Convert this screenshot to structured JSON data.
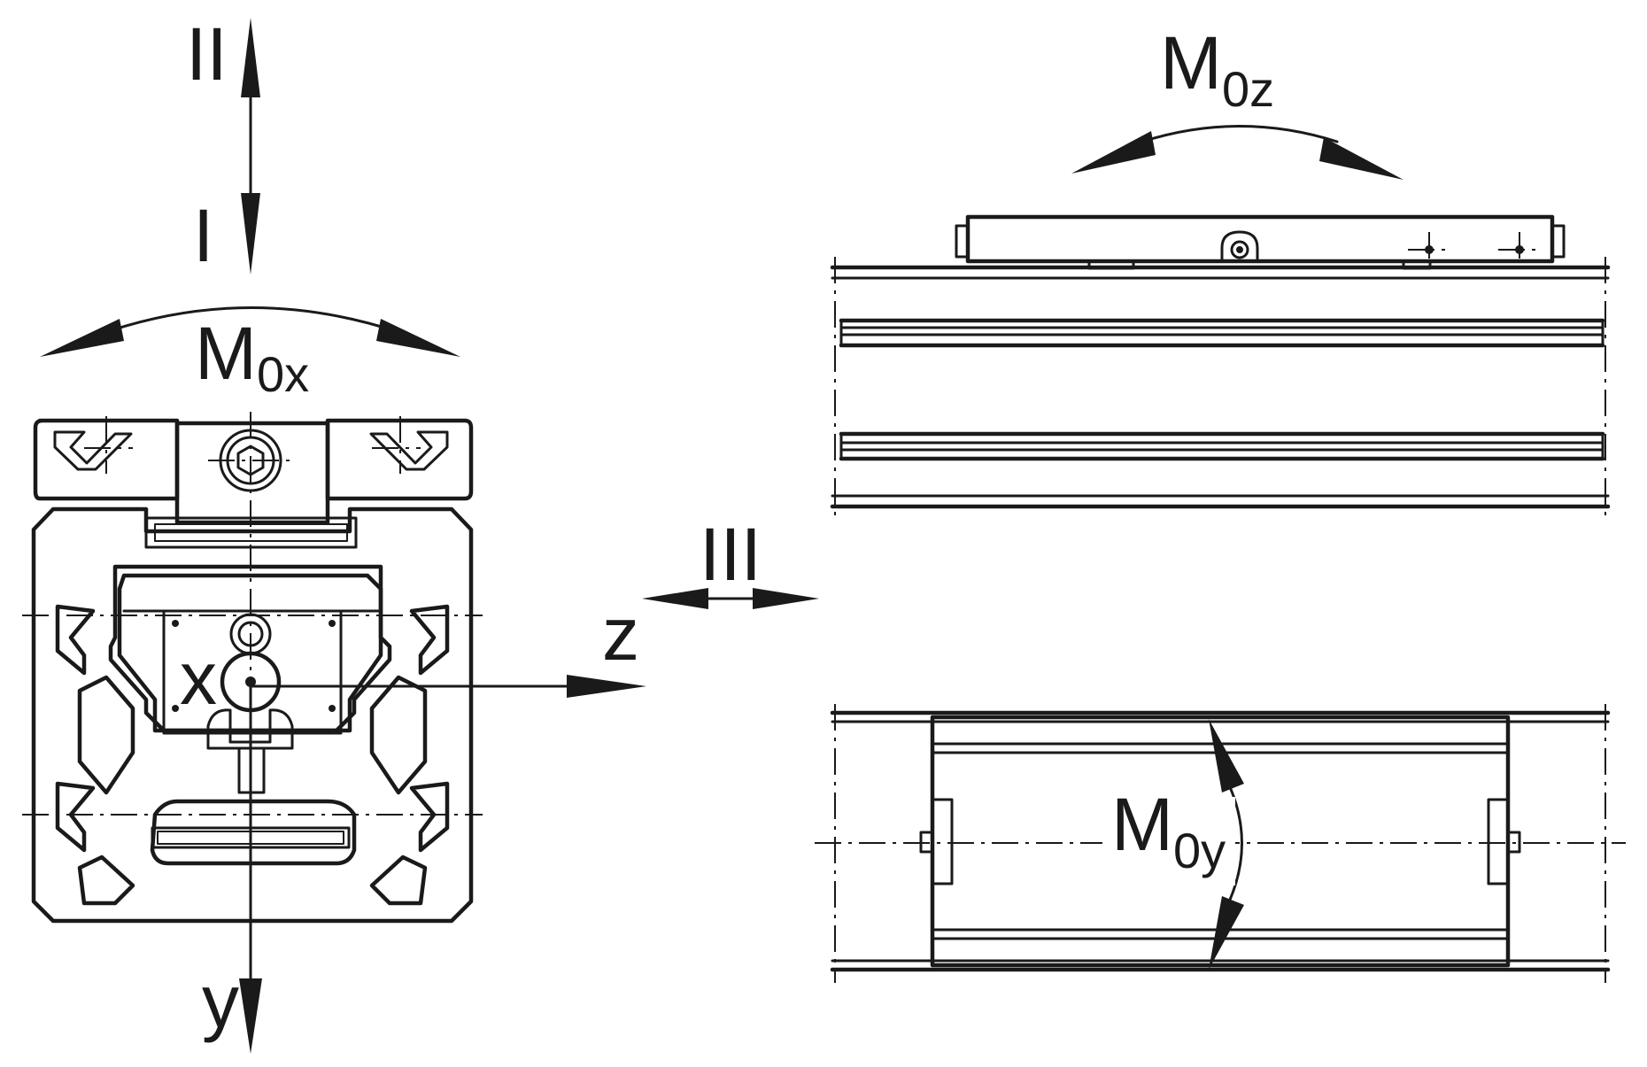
{
  "labels": {
    "dir_ii": "II",
    "dir_i": "I",
    "dir_iii": "III",
    "axis_z": "z",
    "axis_x": "x",
    "axis_y": "y",
    "moment_x_main": "M",
    "moment_x_sub": "0x",
    "moment_z_main": "M",
    "moment_z_sub": "0z",
    "moment_y_main": "M",
    "moment_y_sub": "0y"
  },
  "colors": {
    "ink": "#1a1a1a",
    "background": "#ffffff"
  }
}
